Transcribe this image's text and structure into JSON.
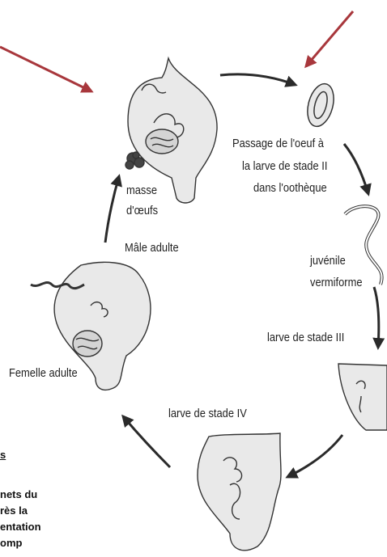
{
  "colors": {
    "pointer_arrow": "#a8373c",
    "cycle_arrow": "#2a2a2a",
    "ink": "#333333",
    "body_fill": "#e9e9e9"
  },
  "labels": {
    "passage": [
      "Passage de l'oeuf à",
      "la larve de stade II",
      "dans l'oothèque"
    ],
    "masse": [
      "masse",
      "d'œufs"
    ],
    "male": "Mâle adulte",
    "juvenile": [
      "juvénile",
      "vermiforme"
    ],
    "larve3": "larve de stade III",
    "femelle": "Femelle adulte",
    "larve4": "larve de stade IV"
  },
  "cut_text": {
    "line1": "s",
    "line2": "nets du",
    "line3": "rès la",
    "line4": "entation",
    "line5": "omp"
  }
}
